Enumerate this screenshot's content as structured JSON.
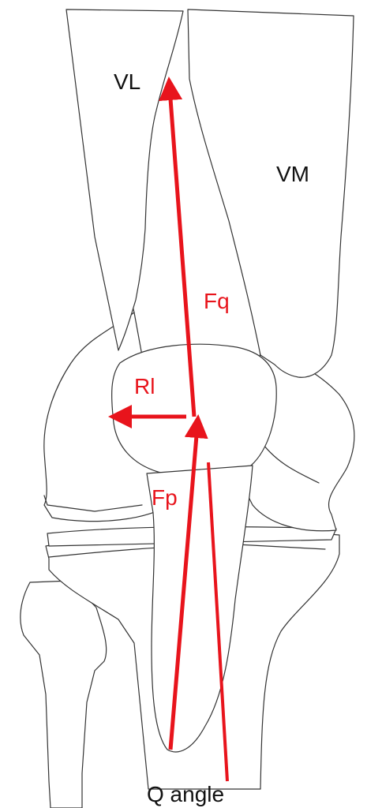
{
  "labels": {
    "vl": "VL",
    "vm": "VM",
    "fq": "Fq",
    "rl": "Rl",
    "fp": "Fp",
    "q_angle": "Q angle"
  },
  "colors": {
    "force": "#e8141c",
    "outline": "#333333",
    "text": "#111111"
  }
}
